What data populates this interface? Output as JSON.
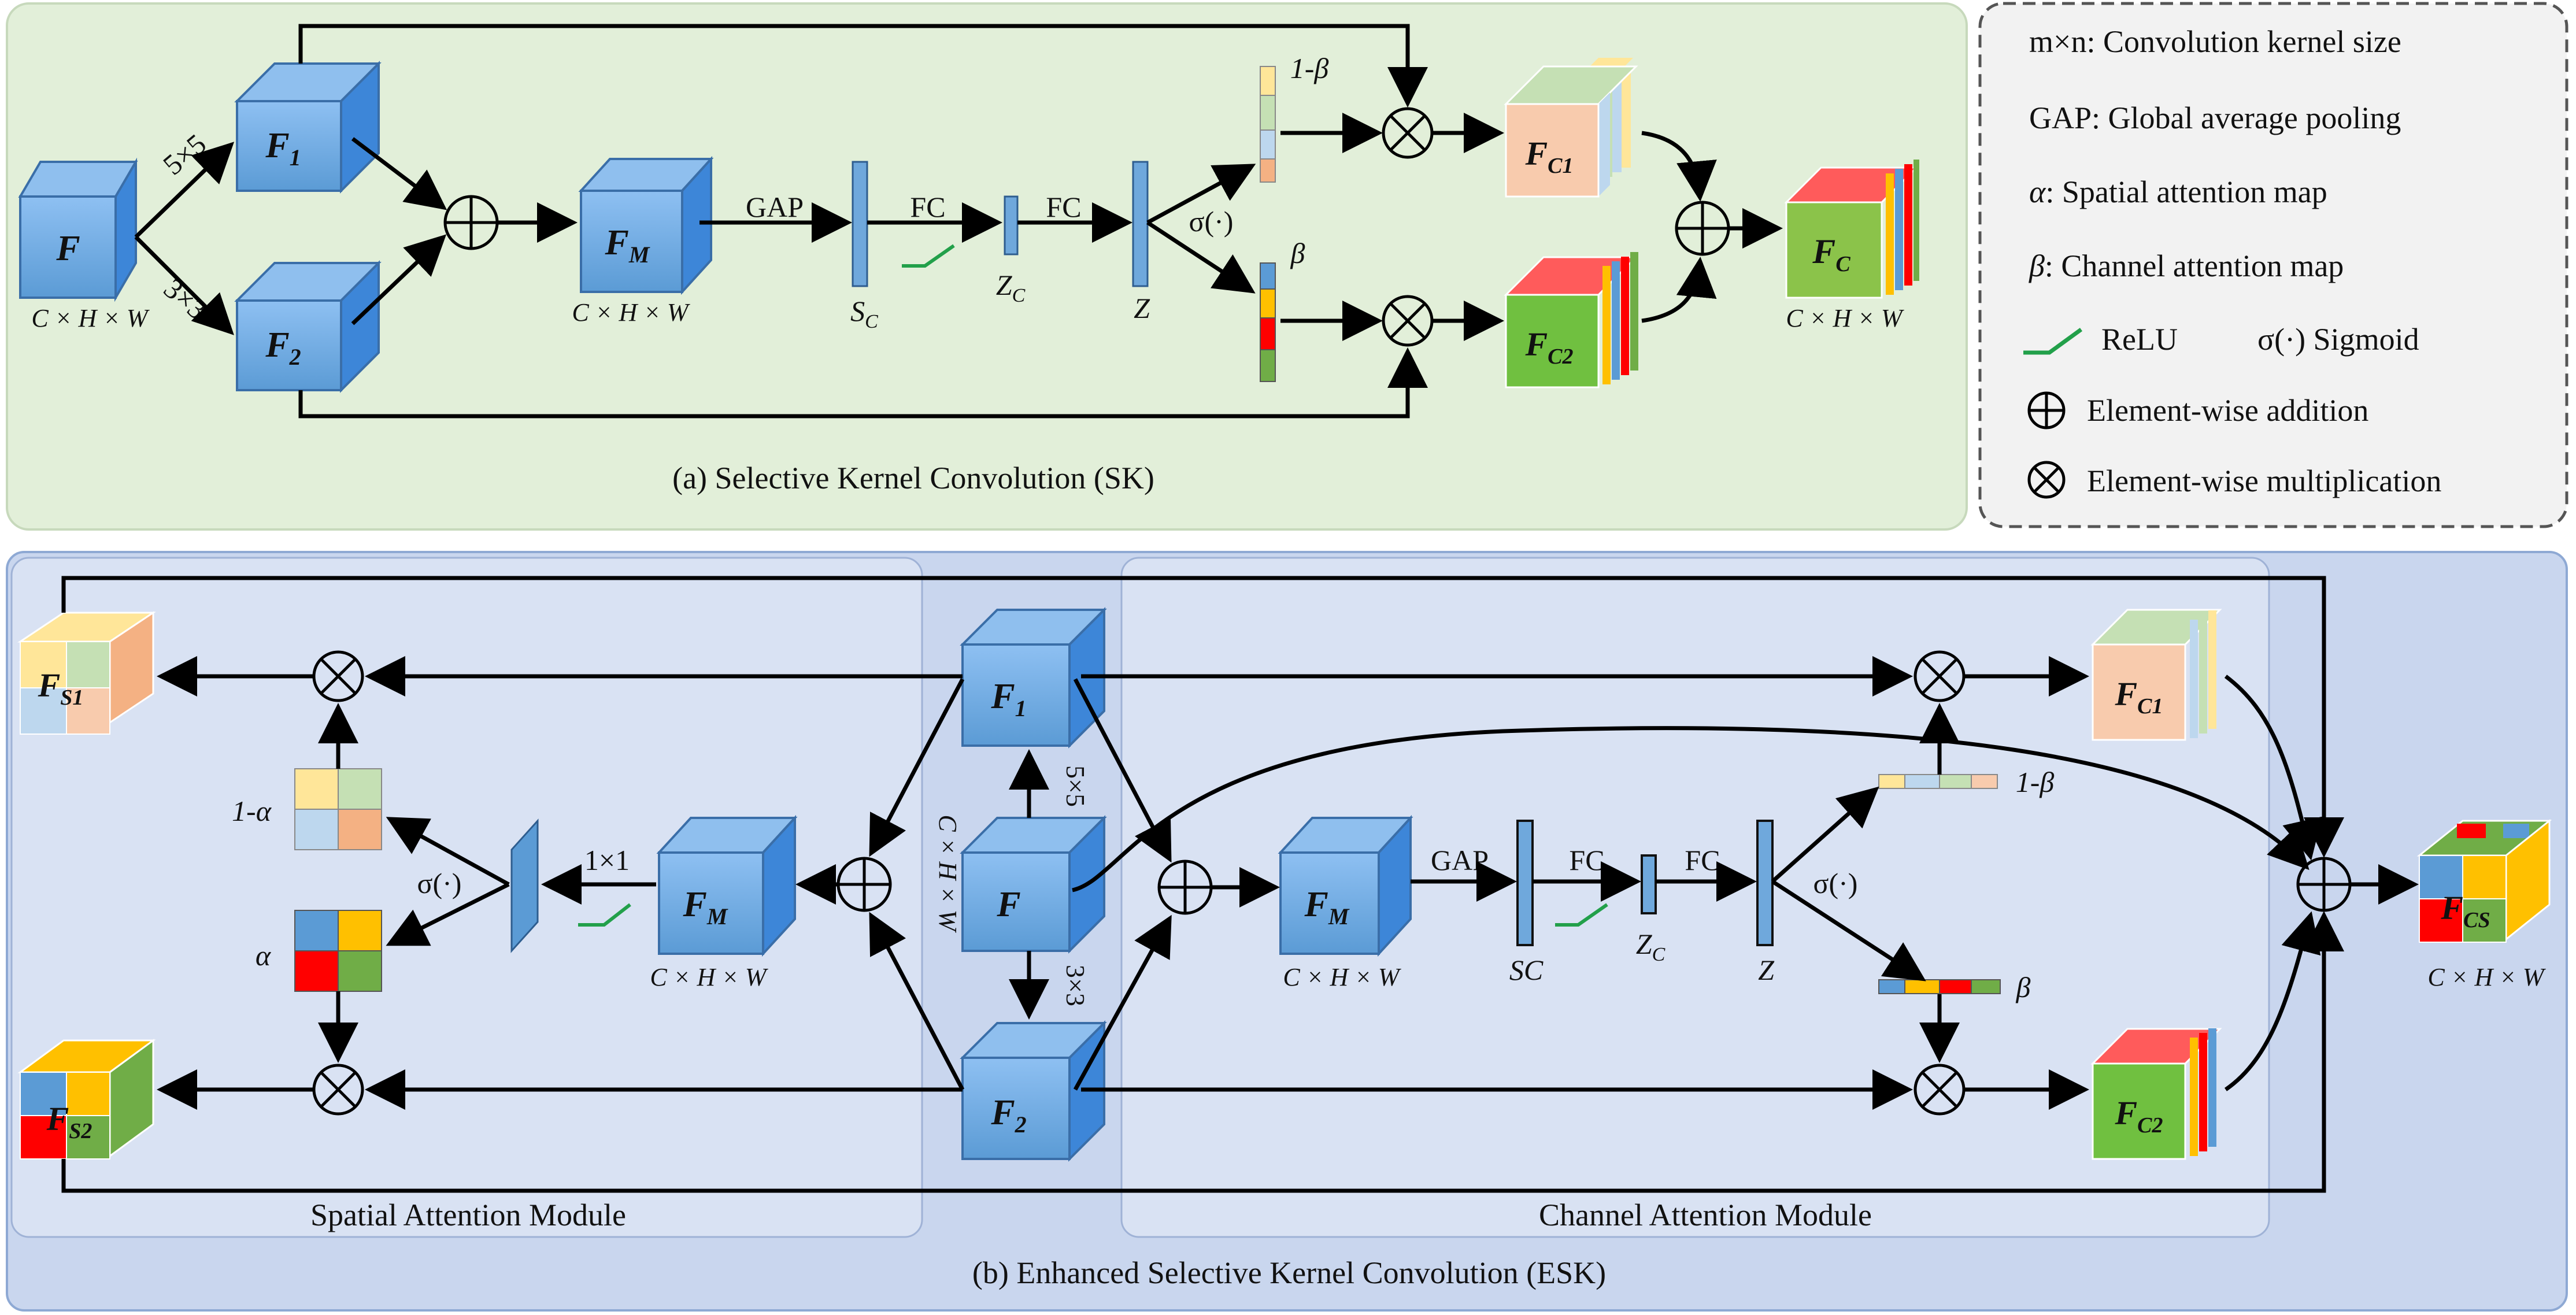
{
  "legend": {
    "items": [
      "m×n: Convolution kernel size",
      "GAP: Global average pooling",
      ": Spatial attention map",
      ": Channel attention map",
      "ReLU",
      "σ(·) Sigmoid",
      "Element-wise addition",
      "Element-wise multiplication"
    ],
    "alpha_symbol": "α",
    "beta_symbol": "β"
  },
  "panel_a": {
    "caption": "(a) Selective Kernel Convolution (SK)",
    "nodes": {
      "F": "F",
      "F1": "F",
      "F1_sub": "1",
      "F2": "F",
      "F2_sub": "2",
      "FM": "F",
      "FM_sub": "M",
      "FC1": "F",
      "FC1_sub": "C1",
      "FC2": "F",
      "FC2_sub": "C2",
      "FC": "F",
      "FC_sub": "C"
    },
    "dims": "C × H × W",
    "kernels": [
      "5×5",
      "3×3"
    ],
    "ops": {
      "gap": "GAP",
      "fc1": "FC",
      "fc2": "FC",
      "sigmoid": "σ(·)"
    },
    "vectors": {
      "sc": "S",
      "sc_sub": "C",
      "zc": "Z",
      "zc_sub": "C",
      "z": "Z",
      "one_minus_beta": "1-β",
      "beta": "β"
    },
    "colors": {
      "background": "#e2efd9",
      "cube": "#5b9bd5",
      "vector": "#6fa8dc",
      "fc1_map": "#f8cbad",
      "fc2_map": "#70ad47",
      "fc_map": "#8bc34a"
    }
  },
  "panel_b": {
    "caption": "(b) Enhanced Selective Kernel Convolution (ESK)",
    "spatial_module": "Spatial Attention Module",
    "channel_module": "Channel Attention Module",
    "nodes": {
      "F": "F",
      "F1": "F",
      "F1_sub": "1",
      "F2": "F",
      "F2_sub": "2",
      "FM_left": "F",
      "FM_left_sub": "M",
      "FM_right": "F",
      "FM_right_sub": "M",
      "FS1": "F",
      "FS1_sub": "S1",
      "FS2": "F",
      "FS2_sub": "S2",
      "FC1": "F",
      "FC1_sub": "C1",
      "FC2": "F",
      "FC2_sub": "C2",
      "FCS": "F",
      "FCS_sub": "CS"
    },
    "dims": "C × H × W",
    "vertical_dims": "C × H × W",
    "kernels": [
      "5×5",
      "3×3"
    ],
    "ops": {
      "conv": "1×1",
      "sigmoid_left": "σ(·)",
      "gap": "GAP",
      "fc1": "FC",
      "fc2": "FC",
      "sigmoid_right": "σ(·)"
    },
    "vectors": {
      "sc": "SC",
      "zc": "Z",
      "zc_sub": "C",
      "z": "Z",
      "one_minus_alpha": "1-α",
      "alpha": "α",
      "one_minus_beta": "1-β",
      "beta": "β"
    },
    "colors": {
      "background": "#c9d6ee",
      "module": "#d9e2f3",
      "yellow": "#ffc000",
      "red": "#ff0000",
      "green": "#70ad47",
      "blue": "#5b9bd5"
    }
  }
}
